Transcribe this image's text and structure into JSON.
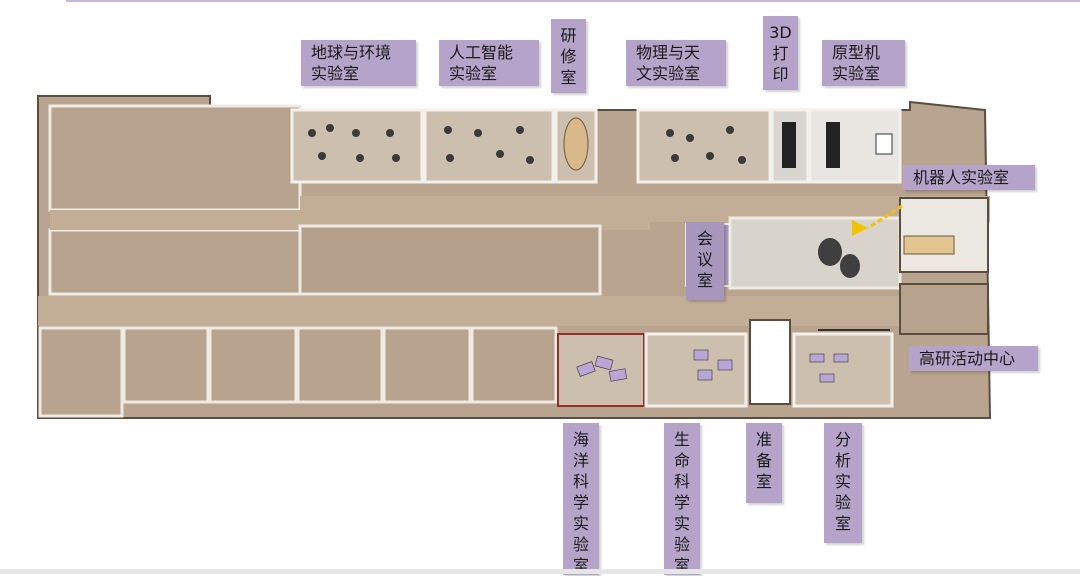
{
  "room_labels": {
    "earth": "地球与环境\n实验室",
    "ai": "人工智能\n实验室",
    "study": "研\n修\n室",
    "physics": "物理与天\n文实验室",
    "printing": "3D\n打\n印",
    "prototype": "原型机\n实验室",
    "robot": "机器人实验室",
    "meeting": "会\n议\n室",
    "advanced": "高研活动中心",
    "ocean": "海\n洋\n科\n学\n实\n验\n室",
    "life": "生\n命\n科\n学\n实\n验\n室",
    "prep": "准\n备\n室",
    "analysis": "分\n析\n实\n验\n室"
  },
  "colors": {
    "label_bg": "#b6a3c9",
    "floor": "#b9a58f",
    "wall": "#f4f1ec",
    "lab_floor": "#cbbfae",
    "arrow": "#f2c200"
  }
}
